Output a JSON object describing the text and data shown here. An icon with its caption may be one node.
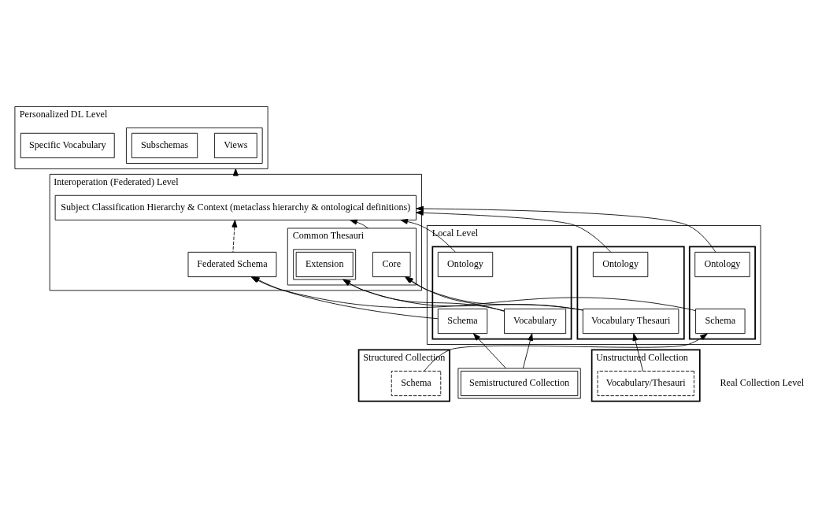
{
  "diagram": {
    "nodes": [
      {
        "text": [
          "Personalized DL Level"
        ]
      },
      {
        "text": [],
        "shape": "box",
        "in": 0
      },
      {
        "text": [
          "Views"
        ],
        "in": 1
      },
      {
        "text": [
          "Subschemas"
        ],
        "in": 1
      },
      {
        "text": [
          "Specific Vocabulary"
        ],
        "in": 0
      },
      {
        "text": [
          "Interoperation (Federated) Level"
        ]
      },
      {
        "text": [
          "Subject Classification Hierarchy & Context (metaclass hierarchy & ontological definitions)"
        ],
        "in": 5
      },
      {
        "text": [
          "Federated Schema"
        ],
        "in": 5
      },
      {
        "text": [
          "Common Thesauri"
        ],
        "in": 5
      },
      {
        "text": [
          "Core"
        ],
        "in": 8
      },
      {
        "text": [
          "Extension"
        ],
        "in": 8
      },
      {
        "text": [
          "Local Level"
        ]
      },
      {
        "text": [],
        "shape": "box",
        "in": 11
      },
      {
        "text": [
          "Ontology"
        ],
        "in": 12
      },
      {
        "text": [
          "Schema"
        ],
        "in": 12
      },
      {
        "text": [],
        "shape": "box",
        "in": 11
      },
      {
        "text": [
          "Ontology"
        ],
        "in": 15
      },
      {
        "text": [
          "Schema"
        ],
        "in": 15
      },
      {
        "text": [
          "Vocabulary"
        ],
        "in": 15
      },
      {
        "text": [],
        "shape": "box",
        "in": 11
      },
      {
        "text": [
          "Ontology"
        ],
        "in": 19
      },
      {
        "text": [
          "Vocabulary Thesauri"
        ],
        "in": 19
      },
      {
        "text": [
          "Structured Collection"
        ]
      },
      {
        "text": [
          "Schema"
        ],
        "in": 22
      },
      {
        "text": [
          "Semistructured Collection"
        ]
      },
      {
        "text": [
          "Unstructured Collection"
        ]
      },
      {
        "text": [
          "Vocabulary/Thesauri"
        ],
        "in": 25
      }
    ],
    "edges": [
      {
        "from": 5,
        "to": 0,
        "arrow": "to"
      },
      {
        "from": 7,
        "to": 6,
        "arrow": "to",
        "style": "dashed"
      },
      {
        "from": 16,
        "to": 6,
        "arrow": "to"
      },
      {
        "from": 8,
        "to": 6,
        "arrow": "to"
      },
      {
        "from": 13,
        "to": 6,
        "arrow": "to"
      },
      {
        "from": 20,
        "to": 6,
        "arrow": "to"
      },
      {
        "from": 14,
        "to": 7,
        "arrow": "to"
      },
      {
        "from": 17,
        "to": 7,
        "arrow": "to"
      },
      {
        "from": 18,
        "to": 9,
        "arrow": "to"
      },
      {
        "from": 18,
        "to": 10,
        "arrow": "to"
      },
      {
        "from": 21,
        "to": 9,
        "arrow": "to"
      },
      {
        "from": 21,
        "to": 10,
        "arrow": "to"
      },
      {
        "from": 23,
        "to": 14,
        "arrow": "to"
      },
      {
        "from": 24,
        "to": 17,
        "arrow": "to"
      },
      {
        "from": 24,
        "to": 18,
        "arrow": "to"
      },
      {
        "from": 26,
        "to": 21,
        "arrow": "to"
      }
    ],
    "labels": [
      "Real Collection Level"
    ]
  }
}
